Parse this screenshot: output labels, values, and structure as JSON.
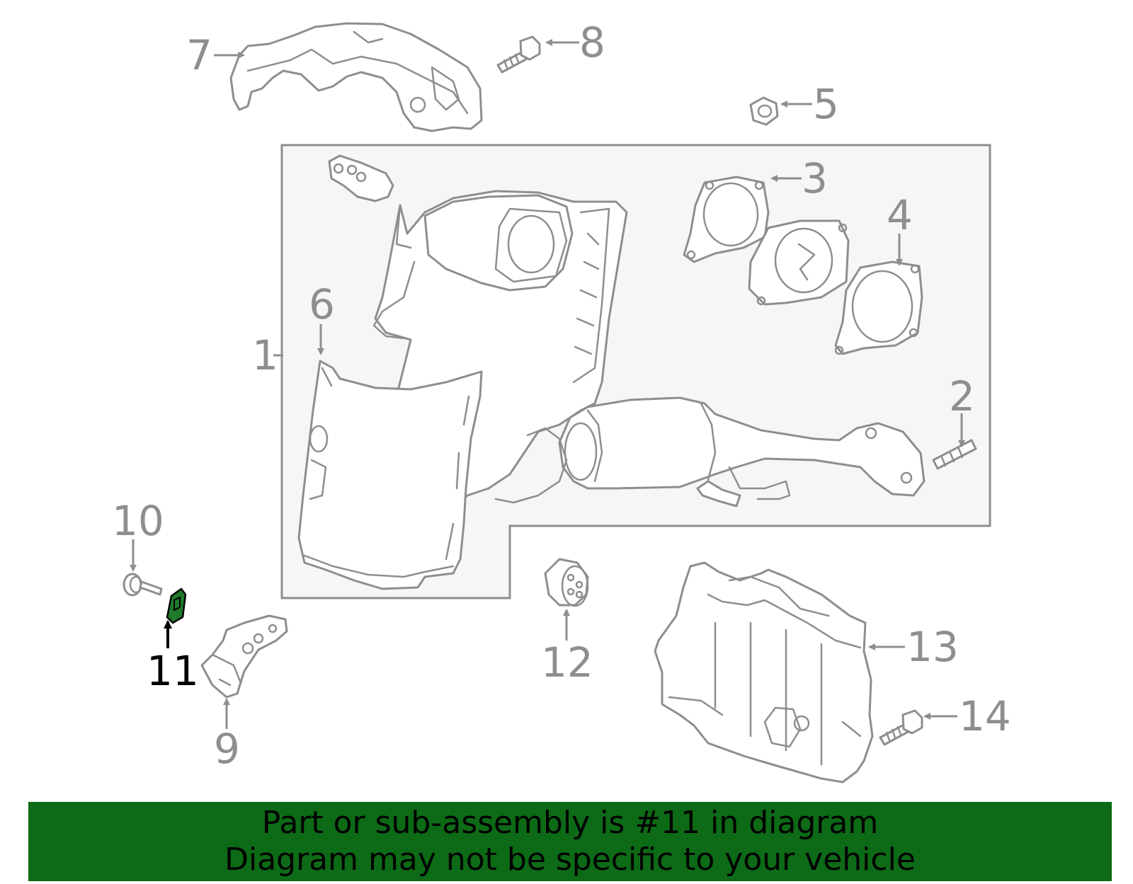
{
  "callouts": {
    "c1": "1",
    "c2": "2",
    "c3": "3",
    "c4": "4",
    "c5": "5",
    "c6": "6",
    "c7": "7",
    "c8": "8",
    "c9": "9",
    "c10": "10",
    "c11": "11",
    "c12": "12",
    "c13": "13",
    "c14": "14"
  },
  "highlighted_part": "11",
  "colors": {
    "line": "#8e8e8e",
    "banner": "#0d6a16",
    "highlight": "#1f7a2a"
  },
  "banner": {
    "line1": "Part or sub-assembly is #11 in diagram",
    "line2": "Diagram may not be specific to your vehicle"
  }
}
